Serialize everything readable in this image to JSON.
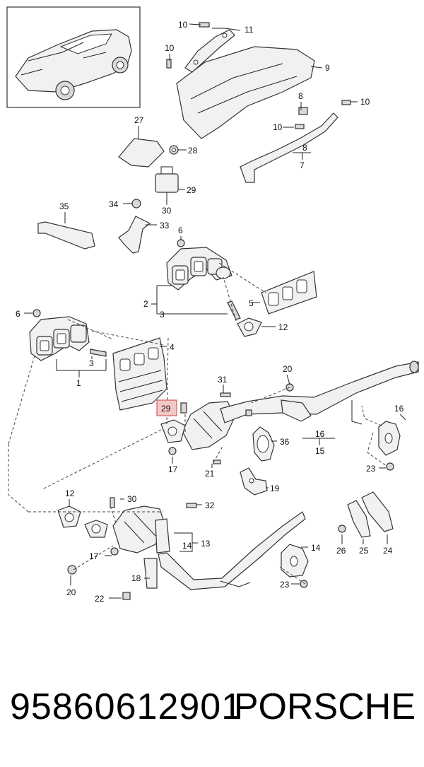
{
  "footer": {
    "part_number": "95860612901",
    "brand": "PORSCHE"
  },
  "highlight_color": "#f4c7c7",
  "callouts": {
    "c10a": "10",
    "c11": "11",
    "c10b": "10",
    "c9": "9",
    "c8a": "8",
    "c10c": "10",
    "c10d": "10",
    "c8b": "8",
    "c7": "7",
    "c27": "27",
    "c28": "28",
    "c29a": "29",
    "c30a": "30",
    "c35": "35",
    "c34": "34",
    "c33": "33",
    "c6a": "6",
    "c2": "2",
    "c3a": "3",
    "c5": "5",
    "c12a": "12",
    "c6b": "6",
    "c4": "4",
    "c3b": "3",
    "c1": "1",
    "c31": "31",
    "c20a": "20",
    "c29b": "29",
    "c16a": "16",
    "c36": "36",
    "c16b": "16",
    "c15": "15",
    "c17a": "17",
    "c21": "21",
    "c23a": "23",
    "c19": "19",
    "c12b": "12",
    "c30b": "30",
    "c32": "32",
    "c17b": "17",
    "c14a": "14",
    "c13": "13",
    "c14b": "14",
    "c18": "18",
    "c20b": "20",
    "c22": "22",
    "c23b": "23",
    "c26": "26",
    "c25": "25",
    "c24": "24"
  }
}
